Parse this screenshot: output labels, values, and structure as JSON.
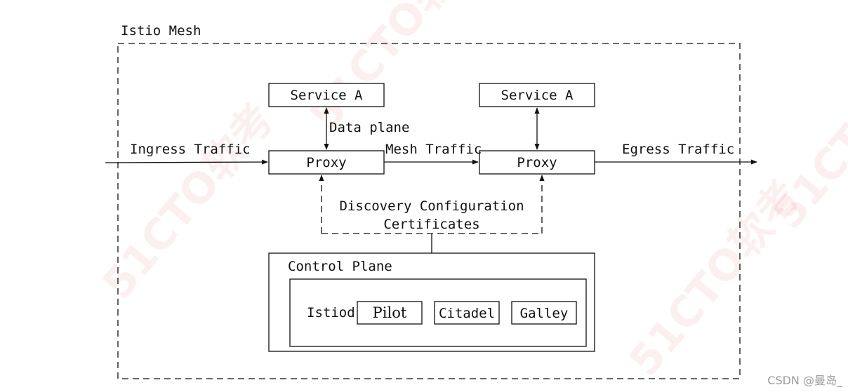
{
  "mesh": {
    "label": "Istio Mesh"
  },
  "services": [
    {
      "label": "Service A"
    },
    {
      "label": "Service A"
    }
  ],
  "proxies": [
    {
      "label": "Proxy"
    },
    {
      "label": "Proxy"
    }
  ],
  "edges": {
    "data_plane": "Data plane",
    "ingress": "Ingress Traffic",
    "mesh": "Mesh Traffic",
    "egress": "Egress Traffic",
    "discovery_line1": "Discovery Configuration",
    "discovery_line2": "Certificates"
  },
  "control_plane": {
    "label": "Control Plane",
    "istiod_label": "Istiod",
    "components": [
      {
        "label": "Pilot"
      },
      {
        "label": "Citadel"
      },
      {
        "label": "Galley"
      }
    ]
  },
  "watermark": {
    "text": "51CTO软考"
  },
  "credit": "CSDN @曼岛_"
}
